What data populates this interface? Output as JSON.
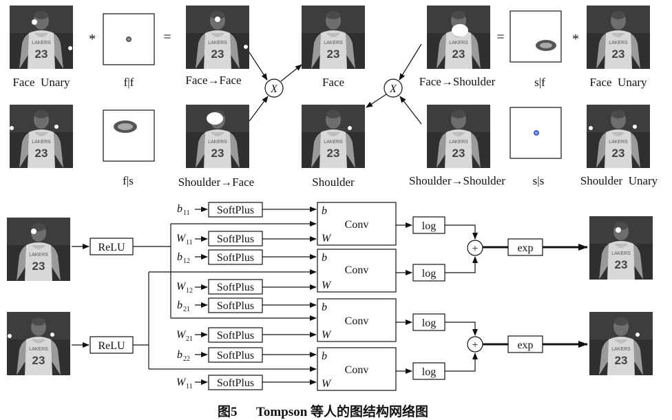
{
  "top": {
    "labels": {
      "face_unary": "Face  Unary",
      "ff": "f|f",
      "face_face": "Face→Face",
      "face": "Face",
      "face_shoulder": "Face→Shoulder",
      "sf": "s|f",
      "face_unary_right": "Face  Unary",
      "fs": "f|s",
      "shoulder_face": "Shoulder→Face",
      "shoulder": "Shoulder",
      "shoulder_shoulder": "Shoulder→Shoulder",
      "ss": "s|s",
      "shoulder_unary": "Shoulder  Unary"
    },
    "operators": {
      "times": "*",
      "equals": "=",
      "combine": "X"
    },
    "jersey_number": "23",
    "jersey_team": "LAKERS"
  },
  "bottom": {
    "relu": "ReLU",
    "softplus": "SoftPlus",
    "conv": "Conv",
    "log": "log",
    "exp": "exp",
    "plus": "+",
    "b": "b",
    "W": "W",
    "inputs": [
      {
        "var": "b",
        "sub": "11"
      },
      {
        "var": "W",
        "sub": "11"
      },
      {
        "var": "b",
        "sub": "12"
      },
      {
        "var": "W",
        "sub": "12"
      },
      {
        "var": "b",
        "sub": "21"
      },
      {
        "var": "W",
        "sub": "21"
      },
      {
        "var": "b",
        "sub": "22"
      },
      {
        "var": "W",
        "sub": "11"
      }
    ]
  },
  "caption": {
    "fig": "图5",
    "text": "Tompson 等人的图结构网络图"
  },
  "colors": {
    "line": "#111111",
    "heat_blue": "#3b5bd6",
    "photo_bg": "#2a2a2a"
  }
}
